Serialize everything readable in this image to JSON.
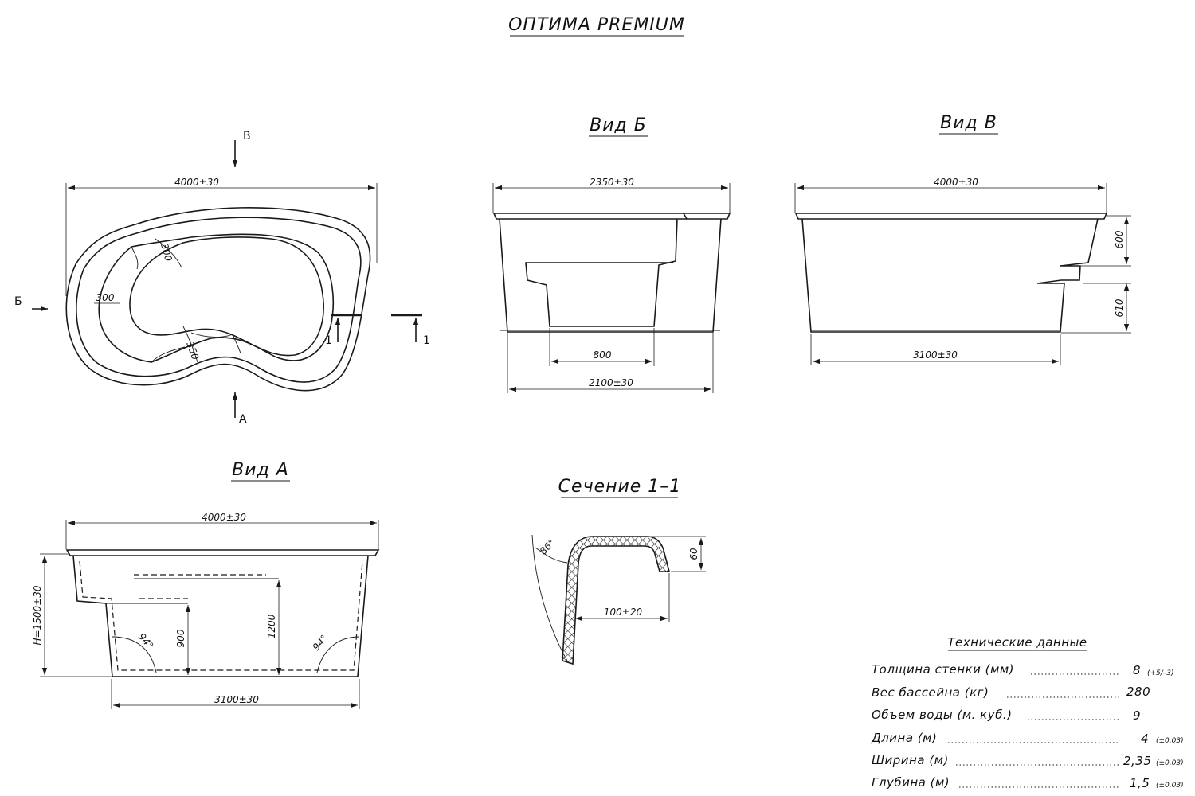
{
  "title": "ОПТИМА PREMIUM",
  "views": {
    "b": "Вид Б",
    "v": "Вид В",
    "a": "Вид А",
    "section": "Сечение 1–1"
  },
  "markers": {
    "B": "В",
    "Bb": "Б",
    "A": "А",
    "one": "1"
  },
  "plan": {
    "length": "4000±30",
    "step1": "300",
    "step2": "300",
    "step3": "350"
  },
  "view_b": {
    "width": "2350±30",
    "bottom_width": "2100±30",
    "step": "800"
  },
  "view_v": {
    "length": "4000±30",
    "bottom": "3100±30",
    "d1": "600",
    "d2": "610"
  },
  "view_a": {
    "length": "4000±30",
    "height": "H=1500±30",
    "bottom": "3100±30",
    "d900": "900",
    "d1200": "1200",
    "angle": "94°"
  },
  "section_dims": {
    "angle": "86°",
    "h": "60",
    "w": "100±20"
  },
  "specs": {
    "heading": "Технические данные",
    "rows": [
      {
        "label": "Толщина стенки (мм)",
        "value": "8",
        "tol": "(+5/–3)"
      },
      {
        "label": "Вес бассейна (кг)",
        "value": "280",
        "tol": ""
      },
      {
        "label": "Объем воды (м. куб.)",
        "value": "9",
        "tol": ""
      },
      {
        "label": "Длина (м)",
        "value": "4",
        "tol": "(±0,03)"
      },
      {
        "label": "Ширина (м)",
        "value": "2,35",
        "tol": "(±0,03)"
      },
      {
        "label": "Глубина (м)",
        "value": "1,5",
        "tol": "(±0,03)"
      }
    ]
  }
}
